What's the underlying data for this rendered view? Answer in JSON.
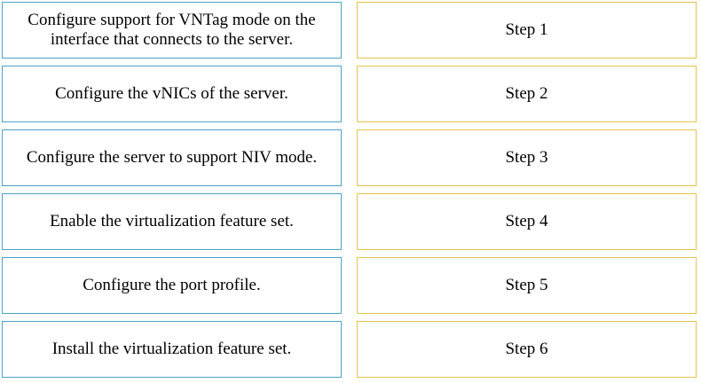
{
  "answers": [
    "Configure support for VNTag mode on the interface that connects to the server.",
    "Configure the vNICs of the server.",
    "Configure the server to support NIV mode.",
    "Enable the virtualization feature set.",
    "Configure the port profile.",
    "Install the virtualization feature set."
  ],
  "steps": [
    "Step 1",
    "Step 2",
    "Step 3",
    "Step 4",
    "Step 5",
    "Step 6"
  ],
  "colors": {
    "answer_border": "#4aa3c8",
    "step_border": "#e2c44a"
  }
}
